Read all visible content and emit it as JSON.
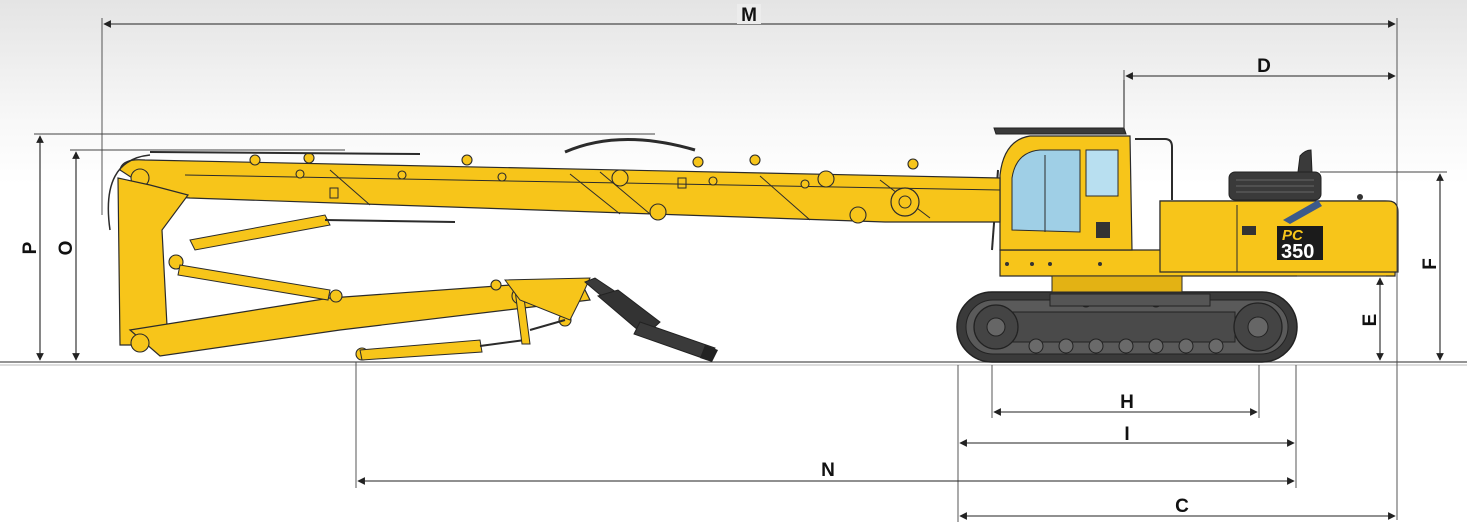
{
  "dimension_labels": {
    "M": "M",
    "D": "D",
    "P": "P",
    "O": "O",
    "F": "F",
    "E": "E",
    "H": "H",
    "I": "I",
    "N": "N",
    "C": "C"
  },
  "branding": {
    "model_prefix": "PC",
    "model_number": "350"
  },
  "colors": {
    "machine_yellow": "#f7c51a",
    "outline": "#2b2b2b",
    "dark_parts": "#3a3a3a",
    "cab_glass": "#9fcfe6",
    "background_gradient_top": "#e6e6e6",
    "background_bottom": "#ffffff"
  }
}
